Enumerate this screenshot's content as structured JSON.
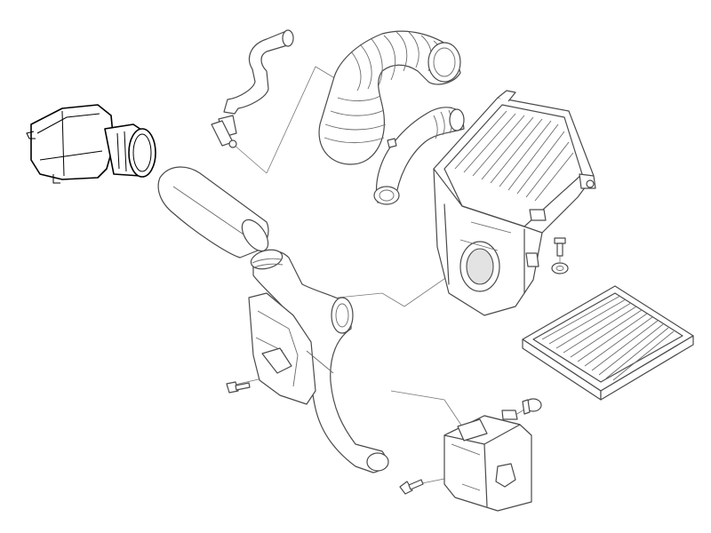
{
  "diagram": {
    "kind": "exploded-parts-view",
    "parts": [
      "highlighted-intake-duct",
      "breather-hose",
      "corrugated-intake-hose",
      "upper-air-hose",
      "air-filter-housing",
      "intake-pipe",
      "lower-air-duct",
      "air-filter-element",
      "resonator-box",
      "screw",
      "bolt",
      "washer",
      "clip"
    ],
    "colors": {
      "line": "#4a4a4a",
      "highlight": "#000000",
      "background": "#ffffff"
    }
  }
}
